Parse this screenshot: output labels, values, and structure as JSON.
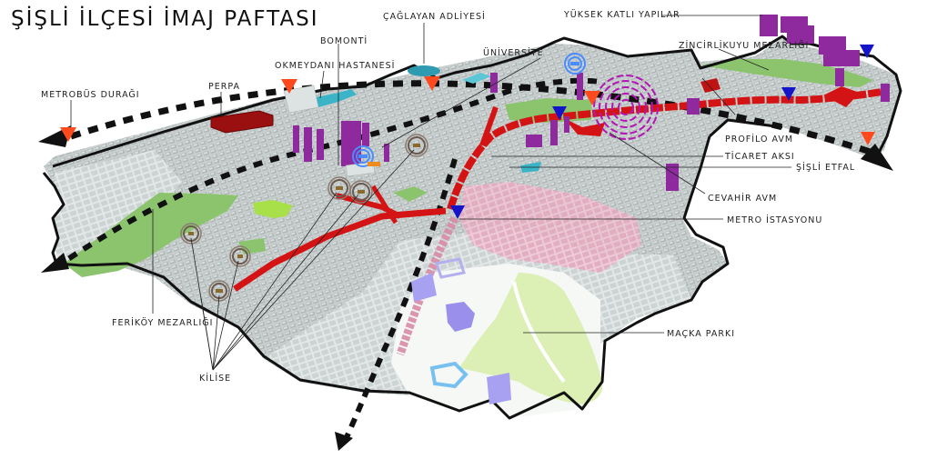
{
  "title": "ŞİŞLİ İLÇESİ İMAJ PAFTASI",
  "labels": {
    "yuksek_katli": "YÜKSEK KATLI YAPILAR",
    "zincirlikuyu": "ZİNCİRLİKUYU MEZARLIĞI",
    "bomonti": "BOMONTİ",
    "caglayan": "ÇAĞLAYAN ADLİYESİ",
    "universite": "ÜNİVERSİTE",
    "okmeydani": "OKMEYDANI HASTANESİ",
    "perpa": "PERPA",
    "metrobus": "METROBÜS DURAĞI",
    "profilo": "PROFİLO AVM",
    "ticaret": "TİCARET AKSI",
    "sisli_etfal": "ŞİŞLİ ETFAL",
    "cevahir": "CEVAHİR AVM",
    "metro": "METRO İSTASYONU",
    "feriköy": "FERİKÖY MEZARLIĞI",
    "macka": "MAÇKA PARKI",
    "kilise": "KİLİSE"
  },
  "legend_colors": {
    "high_rise": "#8e2a9e",
    "commerce_axis": "#d41414",
    "cemetery_green": "#8cc46e",
    "park_light_green": "#dcefb4",
    "metro_station": "#1414c8",
    "metrobus_stop": "#ff4a1e",
    "hospital_cyan": "#3bb4c8",
    "education_pink": "#e8a4bc",
    "landmark_magenta": "#b414b4",
    "urban_fabric_gray": "#b4bcbc",
    "perpa_darkred": "#9a1010",
    "church_brown": "#8a6a2a"
  }
}
